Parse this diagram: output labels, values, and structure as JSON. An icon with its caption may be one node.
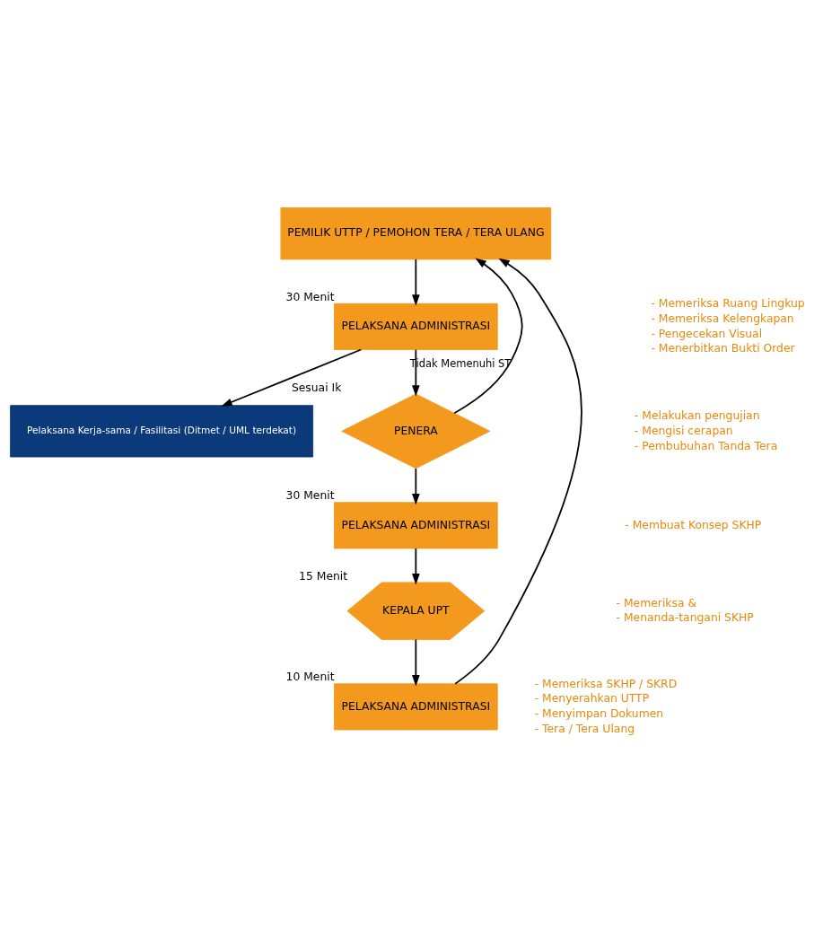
{
  "diagram": {
    "nodes": [
      {
        "text": [
          "PEMILIK UTTP / PEMOHON TERA / TERA ULANG"
        ]
      },
      {
        "text": [
          "PELAKSANA ADMINISTRASI"
        ],
        "beside": [
          "30 Menit"
        ]
      },
      {
        "text": [
          "Pelaksana Kerja-sama / Fasilitasi (Ditmet / UML terdekat)"
        ]
      },
      {
        "text": [
          "PENERA"
        ],
        "beside": [
          "Sesuai Ik"
        ]
      },
      {
        "text": [
          "PELAKSANA ADMINISTRASI"
        ],
        "beside": [
          "30 Menit"
        ]
      },
      {
        "text": [
          "KEPALA UPT"
        ],
        "beside": [
          "15 Menit"
        ]
      },
      {
        "text": [
          "PELAKSANA ADMINISTRASI"
        ],
        "beside": [
          "10 Menit"
        ]
      }
    ],
    "edges": [
      {
        "from": 0,
        "to": 1,
        "arrow": "to"
      },
      {
        "from": 1,
        "to": 2,
        "arrow": "to"
      },
      {
        "from": 1,
        "to": 3,
        "arrow": "to"
      },
      {
        "from": 3,
        "to": 0,
        "arrow": "to",
        "label": "Tidak Memenuhi ST"
      },
      {
        "from": 3,
        "to": 4,
        "arrow": "to"
      },
      {
        "from": 4,
        "to": 5,
        "arrow": "to"
      },
      {
        "from": 5,
        "to": 6,
        "arrow": "to"
      },
      {
        "from": 6,
        "to": 0,
        "arrow": "to"
      }
    ],
    "labels": [
      "- Memeriksa Ruang Lingkup",
      "- Memeriksa Kelengkapan",
      "- Pengecekan Visual",
      "- Menerbitkan Bukti Order",
      "- Melakukan pengujian",
      "- Mengisi cerapan",
      "- Pembubuhan Tanda Tera",
      "- Membuat Konsep SKHP",
      "- Memeriksa &",
      "- Menanda-tangani SKHP",
      "- Memeriksa SKHP / SKRD",
      "- Menyerahkan UTTP",
      "- Menyimpan Dokumen",
      "- Tera / Tera Ulang"
    ]
  }
}
